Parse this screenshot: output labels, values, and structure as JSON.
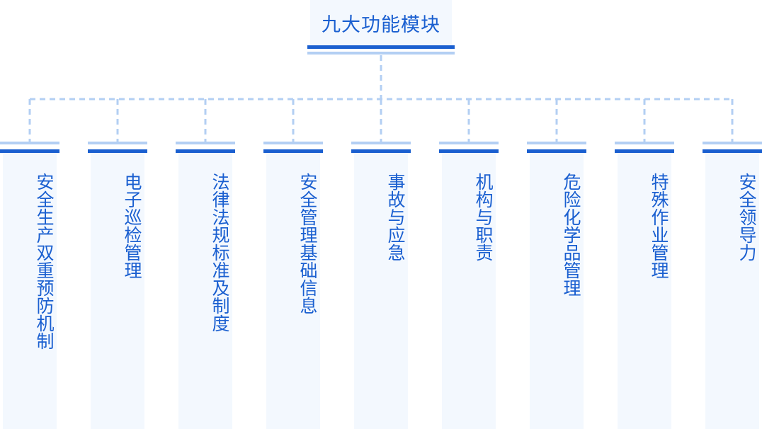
{
  "root": {
    "title": "九大功能模块"
  },
  "colors": {
    "accent": "#1a5fd0",
    "light": "#b3cff3",
    "panel": "#f3f8fe"
  },
  "modules": [
    {
      "label": "安全生产双重预防机制"
    },
    {
      "label": "电子巡检管理"
    },
    {
      "label": "法律法规标准及制度"
    },
    {
      "label": "安全管理基础信息"
    },
    {
      "label": "事故与应急"
    },
    {
      "label": "机构与职责"
    },
    {
      "label": "危险化学品管理"
    },
    {
      "label": "特殊作业管理"
    },
    {
      "label": "安全领导力"
    }
  ]
}
